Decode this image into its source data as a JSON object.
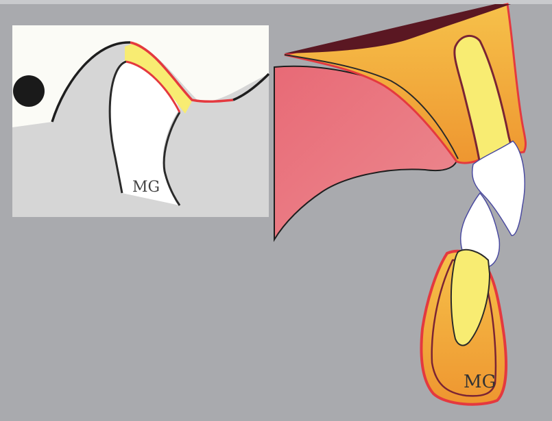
{
  "title": "",
  "labels": {
    "watermark_inset": "MG",
    "watermark_main": "MG"
  },
  "colors": {
    "background": "#a9aaae",
    "inset_panel": "#fbfbf6",
    "inset_grey": "#d6d6d6",
    "gingiva_pink": "#e8727f",
    "bone_orange": "#f0a23a",
    "bone_dark": "#5a1722",
    "root_yellow": "#f8ec72",
    "enamel_white": "#ffffff",
    "outline_red": "#e4393f",
    "outline_dark": "#2a2a2a",
    "enamel_outline": "#4a4aa0"
  },
  "icons": {
    "inset": "periodontal-attachment-detail-diagram",
    "main": "dental-cross-section-illustration",
    "dot": "black-dot"
  }
}
